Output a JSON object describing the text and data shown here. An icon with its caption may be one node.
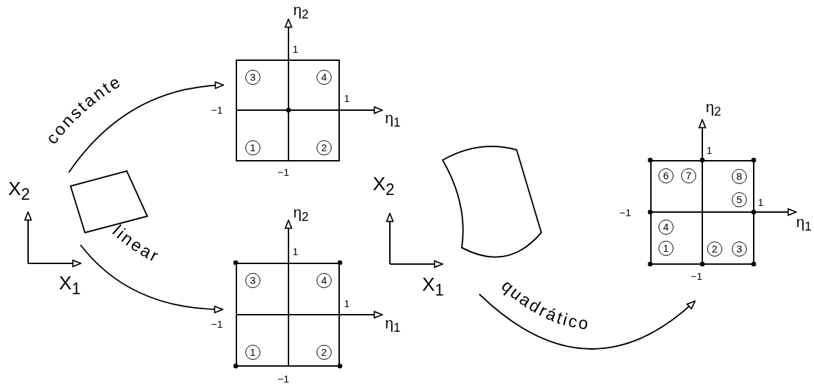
{
  "diagram": {
    "nodes": [
      {
        "text": [],
        "shape": "box"
      },
      {
        "text": [
          "3",
          "4",
          "1",
          "2"
        ]
      },
      {
        "text": [
          "3",
          "4",
          "1",
          "2"
        ]
      },
      {
        "text": [],
        "shape": "box"
      },
      {
        "text": [
          "6",
          "7",
          "8",
          "5",
          "4",
          "1",
          "2",
          "3"
        ]
      }
    ],
    "edges": [
      {
        "from": 0,
        "to": 1,
        "arrow": "to",
        "label": "constante"
      },
      {
        "from": 0,
        "to": 2,
        "arrow": "to",
        "label": "linear"
      },
      {
        "from": 3,
        "to": 4,
        "arrow": "to",
        "label": "quadrático"
      }
    ],
    "labels": [
      "X$_{2}$",
      "X$_{1}$",
      "η$_{2}$",
      "1",
      "−1",
      "1",
      "η$_{1}$",
      "−1",
      "η$_{2}$",
      "1",
      "−1",
      "1",
      "η$_{1}$",
      "−1",
      "X$_{2}$",
      "X$_{1}$",
      "η$_{2}$",
      "1",
      "−1",
      "1",
      "η$_{1}$",
      "−1"
    ]
  }
}
